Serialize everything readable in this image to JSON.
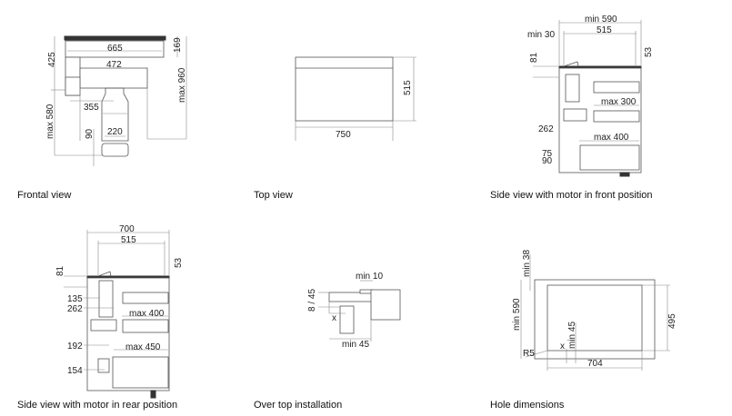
{
  "views": {
    "frontal": {
      "caption": "Frontal view",
      "dims": {
        "d665": "665",
        "d472": "472",
        "d425": "425",
        "d169": "169",
        "d355": "355",
        "max580": "max 580",
        "max960": "max 960",
        "d90": "90",
        "d220": "220"
      }
    },
    "top": {
      "caption": "Top view",
      "dims": {
        "d515": "515",
        "d750": "750"
      }
    },
    "side_front": {
      "caption": "Side view with motor in front position",
      "dims": {
        "min590": "min 590",
        "min30": "min 30",
        "d515": "515",
        "d81": "81",
        "d53": "53",
        "max300": "max 300",
        "d262": "262",
        "max400": "max 400",
        "d75": "75",
        "d90": "90"
      }
    },
    "side_rear": {
      "caption": "Side view with motor in rear position",
      "dims": {
        "d700": "700",
        "d515": "515",
        "d81": "81",
        "d53": "53",
        "d135": "135",
        "d262": "262",
        "max400": "max 400",
        "d192": "192",
        "max450": "max 450",
        "d154": "154"
      }
    },
    "over_top": {
      "caption": "Over top installation",
      "dims": {
        "min10": "min 10",
        "d8_45": "8 / 45",
        "x": "x",
        "min45": "min 45"
      }
    },
    "hole": {
      "caption": "Hole dimensions",
      "dims": {
        "min38": "min 38",
        "min590": "min 590",
        "d495": "495",
        "R5": "R5",
        "x": "x",
        "min45": "min 45",
        "d704": "704"
      }
    }
  }
}
